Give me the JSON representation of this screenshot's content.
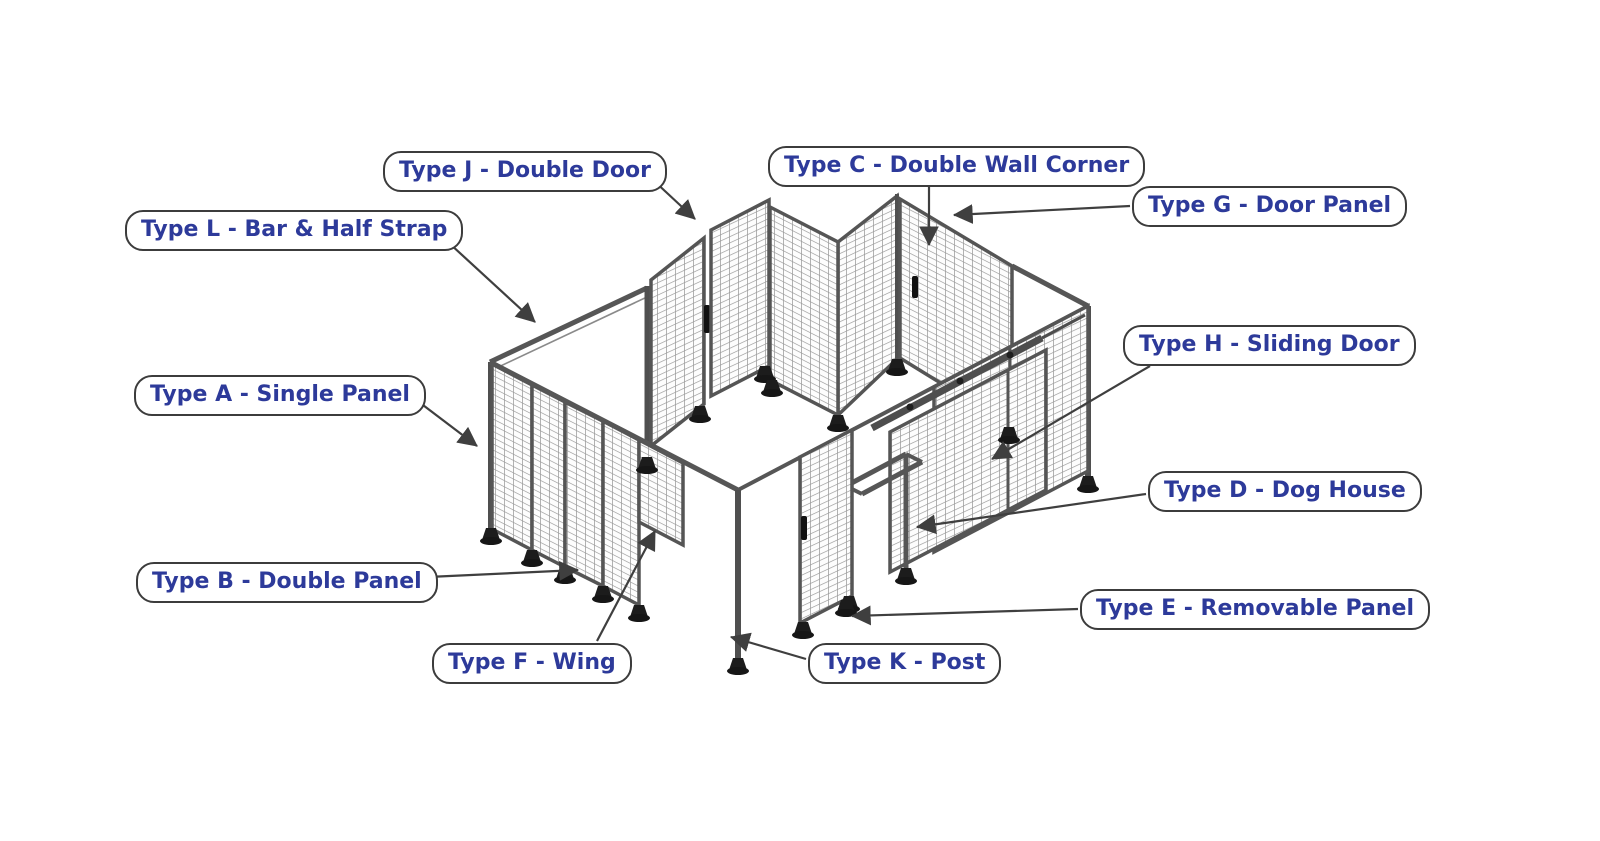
{
  "diagram": {
    "description": "Isometric wire-mesh machine-guarding enclosure with labeled panel types",
    "colors": {
      "background": "#ffffff",
      "label_text": "#2d3a9a",
      "label_border": "#3c3c3c",
      "label_fill": "#ffffff",
      "frame_gray": "#565656",
      "mesh_gray": "#9b9b9b",
      "arrow_gray": "#3f3f3f",
      "foot_black": "#1c1c1c"
    },
    "labels": [
      {
        "id": "type-j",
        "text": "Type J - Double Door"
      },
      {
        "id": "type-c",
        "text": "Type C - Double Wall Corner"
      },
      {
        "id": "type-g",
        "text": "Type G - Door Panel"
      },
      {
        "id": "type-l",
        "text": "Type L - Bar & Half Strap"
      },
      {
        "id": "type-a",
        "text": "Type A - Single Panel"
      },
      {
        "id": "type-h",
        "text": "Type H - Sliding Door"
      },
      {
        "id": "type-d",
        "text": "Type D - Dog House"
      },
      {
        "id": "type-b",
        "text": "Type B - Double Panel"
      },
      {
        "id": "type-e",
        "text": "Type E - Removable Panel"
      },
      {
        "id": "type-f",
        "text": "Type F - Wing"
      },
      {
        "id": "type-k",
        "text": "Type K - Post"
      }
    ]
  }
}
